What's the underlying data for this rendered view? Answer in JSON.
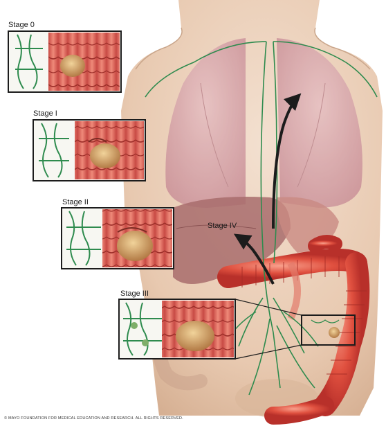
{
  "stages": [
    {
      "id": "stage-0",
      "label": "Stage 0"
    },
    {
      "id": "stage-1",
      "label": "Stage I"
    },
    {
      "id": "stage-2",
      "label": "Stage II"
    },
    {
      "id": "stage-3",
      "label": "Stage III"
    },
    {
      "id": "stage-4",
      "label": "Stage IV"
    }
  ],
  "copyright": "© MAYO FOUNDATION FOR MEDICAL EDUCATION AND RESEARCH. ALL RIGHTS RESERVED.",
  "colors": {
    "skin": "#ecd2bc",
    "lung": "#d9a8ae",
    "liver": "#a86c6c",
    "colon": "#e0503f",
    "lymph": "#2e8b4e",
    "arrow": "#1c1c1c"
  }
}
